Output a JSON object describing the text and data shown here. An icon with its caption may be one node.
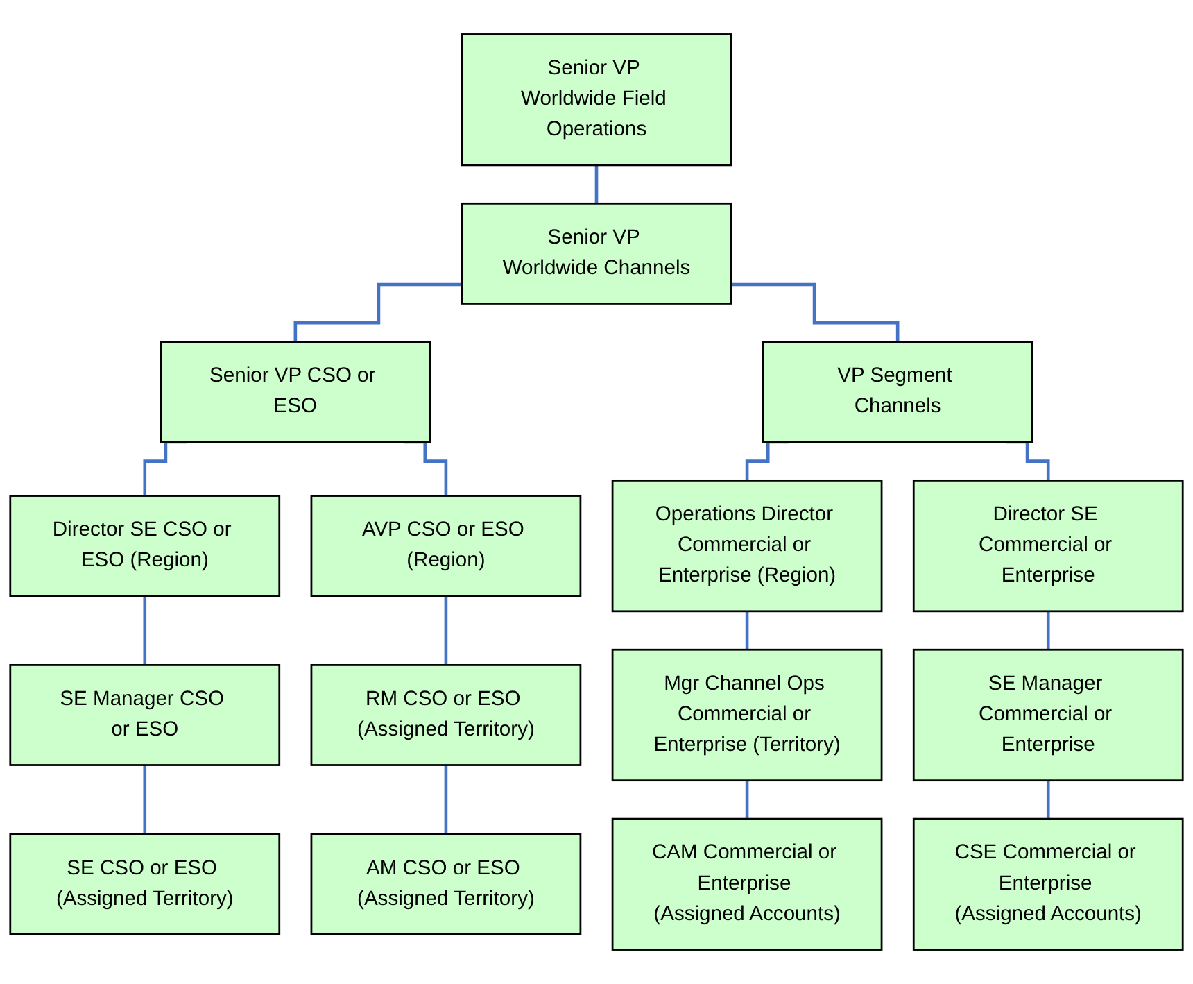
{
  "diagram": {
    "nodes": [
      {
        "text": [
          "Senior VP Worldwide Field Operations"
        ]
      },
      {
        "text": [
          "Senior VP Worldwide Channels"
        ]
      },
      {
        "text": [
          "Senior VP CSO or ESO"
        ]
      },
      {
        "text": [
          "VP Segment Channels"
        ]
      },
      {
        "text": [
          "Director SE CSO or ESO (Region)"
        ]
      },
      {
        "text": [
          "AVP CSO or ESO (Region)"
        ]
      },
      {
        "text": [
          "Operations Director Commercial or Enterprise (Region)"
        ]
      },
      {
        "text": [
          "Director SE Commercial or Enterprise"
        ]
      },
      {
        "text": [
          "SE Manager CSO or ESO"
        ]
      },
      {
        "text": [
          "RM CSO or ESO (Assigned Territory)"
        ]
      },
      {
        "text": [
          "Mgr Channel Ops Commercial or Enterprise (Territory)"
        ]
      },
      {
        "text": [
          "SE Manager Commercial or Enterprise"
        ]
      },
      {
        "text": [
          "SE CSO or ESO (Assigned Territory)"
        ]
      },
      {
        "text": [
          "AM CSO or ESO (Assigned Territory)"
        ]
      },
      {
        "text": [
          "CAM Commercial or Enterprise (Assigned Accounts)"
        ]
      },
      {
        "text": [
          "CSE Commercial or Enterprise (Assigned Accounts)"
        ]
      }
    ],
    "edges": [
      {
        "from": 0,
        "to": 1,
        "arrow": "none"
      },
      {
        "from": 1,
        "to": 2,
        "arrow": "none"
      },
      {
        "from": 1,
        "to": 3,
        "arrow": "none"
      },
      {
        "from": 2,
        "to": 4,
        "arrow": "none"
      },
      {
        "from": 2,
        "to": 5,
        "arrow": "none"
      },
      {
        "from": 3,
        "to": 6,
        "arrow": "none"
      },
      {
        "from": 3,
        "to": 7,
        "arrow": "none"
      },
      {
        "from": 4,
        "to": 8,
        "arrow": "none"
      },
      {
        "from": 5,
        "to": 9,
        "arrow": "none"
      },
      {
        "from": 6,
        "to": 10,
        "arrow": "none"
      },
      {
        "from": 7,
        "to": 11,
        "arrow": "none"
      },
      {
        "from": 8,
        "to": 12,
        "arrow": "none"
      },
      {
        "from": 9,
        "to": 13,
        "arrow": "none"
      },
      {
        "from": 10,
        "to": 14,
        "arrow": "none"
      },
      {
        "from": 11,
        "to": 15,
        "arrow": "none"
      }
    ]
  }
}
